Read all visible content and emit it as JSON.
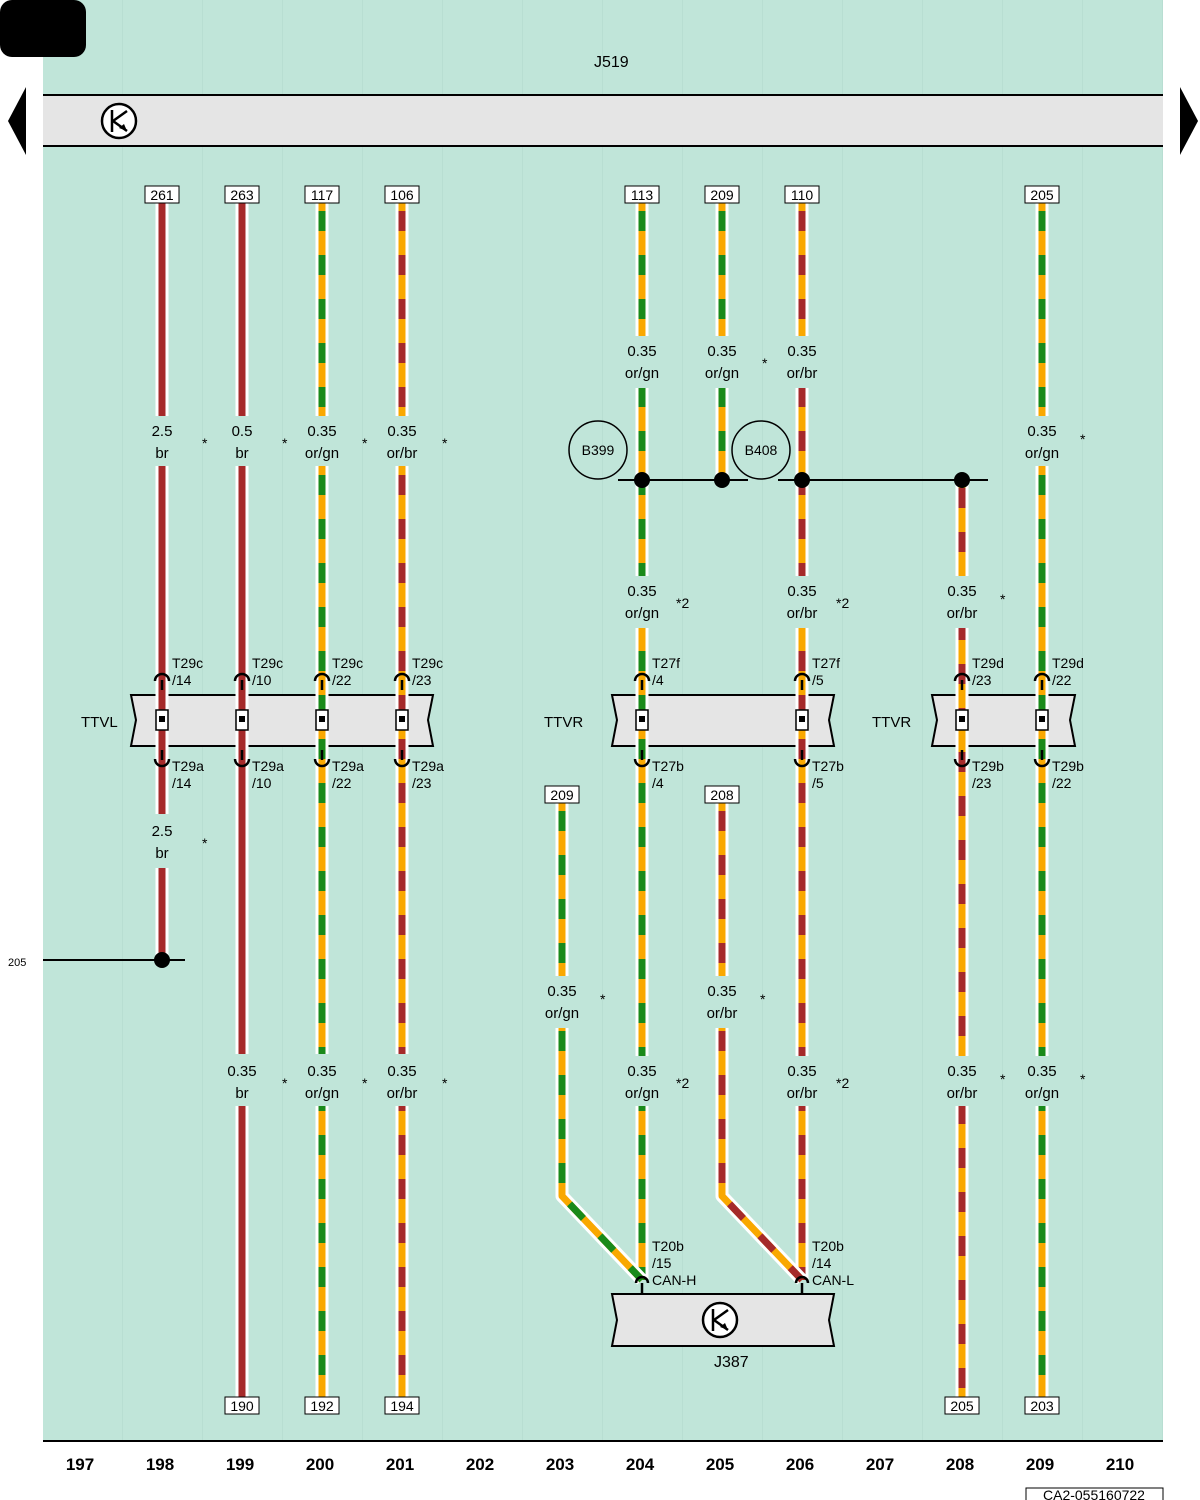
{
  "page": {
    "top_unit": "J519",
    "bottom_unit": "J387",
    "doc_code": "CA2-055160722",
    "side_ref": "205",
    "colors": {
      "background": "#c0e5d9",
      "bar": "#e5e5e5",
      "red": "#a52a2a",
      "orange": "#f9a800",
      "green": "#1a8a1a"
    }
  },
  "column_numbers": [
    "197",
    "198",
    "199",
    "200",
    "201",
    "202",
    "203",
    "204",
    "205",
    "206",
    "207",
    "208",
    "209",
    "210"
  ],
  "connectors": [
    {
      "label": "TTVL"
    },
    {
      "label": "TTVR"
    },
    {
      "label": "TTVR"
    }
  ],
  "splices": [
    {
      "label": "B399"
    },
    {
      "label": "B408"
    }
  ],
  "wires": [
    {
      "col": "198",
      "colors": [
        "red"
      ],
      "ref_top": "261",
      "segments": [
        {
          "size": "2.5",
          "color": "br",
          "mark": "*"
        },
        {
          "size": "2.5",
          "color": "br",
          "mark": "*"
        }
      ],
      "pins": [
        {
          "name": "T29c",
          "pin": "/14"
        },
        {
          "name": "T29a",
          "pin": "/14"
        }
      ]
    },
    {
      "col": "199",
      "colors": [
        "red"
      ],
      "ref_top": "263",
      "ref_bottom": "190",
      "segments": [
        {
          "size": "0.5",
          "color": "br",
          "mark": "*"
        },
        {
          "size": "0.35",
          "color": "br",
          "mark": "*"
        }
      ],
      "pins": [
        {
          "name": "T29c",
          "pin": "/10"
        },
        {
          "name": "T29a",
          "pin": "/10"
        }
      ]
    },
    {
      "col": "200",
      "colors": [
        "orange",
        "green"
      ],
      "ref_top": "117",
      "ref_bottom": "192",
      "segments": [
        {
          "size": "0.35",
          "color": "or/gn",
          "mark": "*"
        },
        {
          "size": "0.35",
          "color": "or/gn",
          "mark": "*"
        }
      ],
      "pins": [
        {
          "name": "T29c",
          "pin": "/22"
        },
        {
          "name": "T29a",
          "pin": "/22"
        }
      ]
    },
    {
      "col": "201",
      "colors": [
        "orange",
        "red"
      ],
      "ref_top": "106",
      "ref_bottom": "194",
      "segments": [
        {
          "size": "0.35",
          "color": "or/br",
          "mark": "*"
        },
        {
          "size": "0.35",
          "color": "or/br",
          "mark": "*"
        }
      ],
      "pins": [
        {
          "name": "T29c",
          "pin": "/23"
        },
        {
          "name": "T29a",
          "pin": "/23"
        }
      ]
    },
    {
      "col": "203",
      "colors": [
        "orange",
        "green"
      ],
      "ref_top": "209",
      "segments": [
        {
          "size": "0.35",
          "color": "or/gn",
          "mark": "*"
        }
      ],
      "pins": []
    },
    {
      "col": "204",
      "colors": [
        "orange",
        "green"
      ],
      "ref_top": "113",
      "segments": [
        {
          "size": "0.35",
          "color": "or/gn",
          "mark": ""
        },
        {
          "size": "0.35",
          "color": "or/gn",
          "mark": "*2"
        },
        {
          "size": "0.35",
          "color": "or/gn",
          "mark": "*2"
        }
      ],
      "pins": [
        {
          "name": "T27f",
          "pin": "/4"
        },
        {
          "name": "T27b",
          "pin": "/4"
        },
        {
          "name": "T20b",
          "pin": "/15",
          "extra": "CAN-H"
        }
      ]
    },
    {
      "col": "205",
      "colors": [
        "orange",
        "green"
      ],
      "ref_top": "209",
      "segments": [
        {
          "size": "0.35",
          "color": "or/gn",
          "mark": "*"
        }
      ],
      "pins": []
    },
    {
      "col": "205b",
      "colors": [
        "orange",
        "red"
      ],
      "ref_top": "208",
      "segments": [
        {
          "size": "0.35",
          "color": "or/br",
          "mark": "*"
        }
      ],
      "pins": []
    },
    {
      "col": "206",
      "colors": [
        "orange",
        "red"
      ],
      "ref_top": "110",
      "segments": [
        {
          "size": "0.35",
          "color": "or/br",
          "mark": ""
        },
        {
          "size": "0.35",
          "color": "or/br",
          "mark": "*2"
        },
        {
          "size": "0.35",
          "color": "or/br",
          "mark": "*2"
        }
      ],
      "pins": [
        {
          "name": "T27f",
          "pin": "/5"
        },
        {
          "name": "T27b",
          "pin": "/5"
        },
        {
          "name": "T20b",
          "pin": "/14",
          "extra": "CAN-L"
        }
      ]
    },
    {
      "col": "208",
      "colors": [
        "orange",
        "red"
      ],
      "ref_bottom": "205",
      "segments": [
        {
          "size": "0.35",
          "color": "or/br",
          "mark": "*"
        },
        {
          "size": "0.35",
          "color": "or/br",
          "mark": "*"
        }
      ],
      "pins": [
        {
          "name": "T29d",
          "pin": "/23"
        },
        {
          "name": "T29b",
          "pin": "/23"
        }
      ]
    },
    {
      "col": "209",
      "colors": [
        "orange",
        "green"
      ],
      "ref_top": "205",
      "ref_bottom": "203",
      "segments": [
        {
          "size": "0.35",
          "color": "or/gn",
          "mark": "*"
        },
        {
          "size": "0.35",
          "color": "or/gn",
          "mark": "*"
        }
      ],
      "pins": [
        {
          "name": "T29d",
          "pin": "/22"
        },
        {
          "name": "T29b",
          "pin": "/22"
        }
      ]
    }
  ]
}
